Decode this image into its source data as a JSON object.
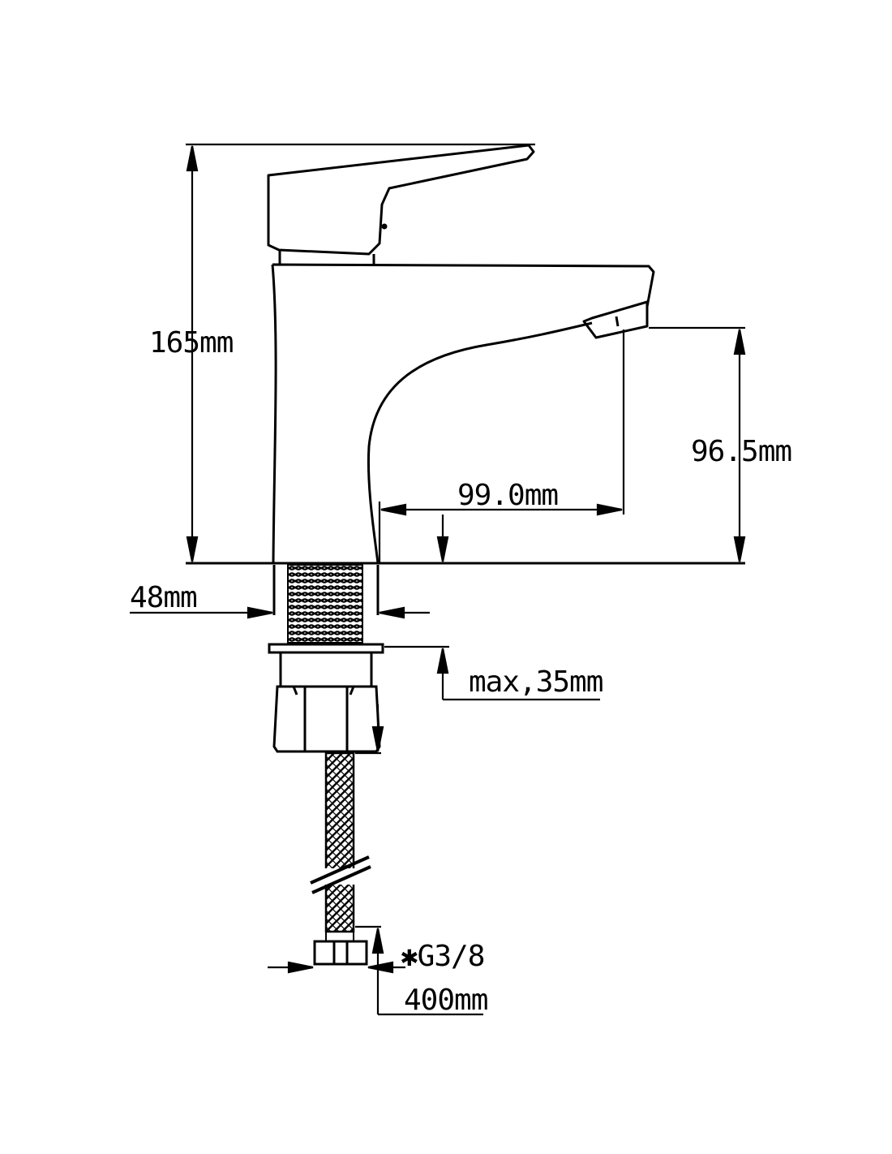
{
  "dimensions": {
    "total_height": "165mm",
    "spout_height": "96.5mm",
    "spout_reach": "99.0mm",
    "shank_diameter": "48mm",
    "max_countertop": "max,35mm",
    "hose_thread": "✱G3/8",
    "hose_length": "400mm"
  },
  "colors": {
    "line": "#000000",
    "background": "#ffffff"
  }
}
